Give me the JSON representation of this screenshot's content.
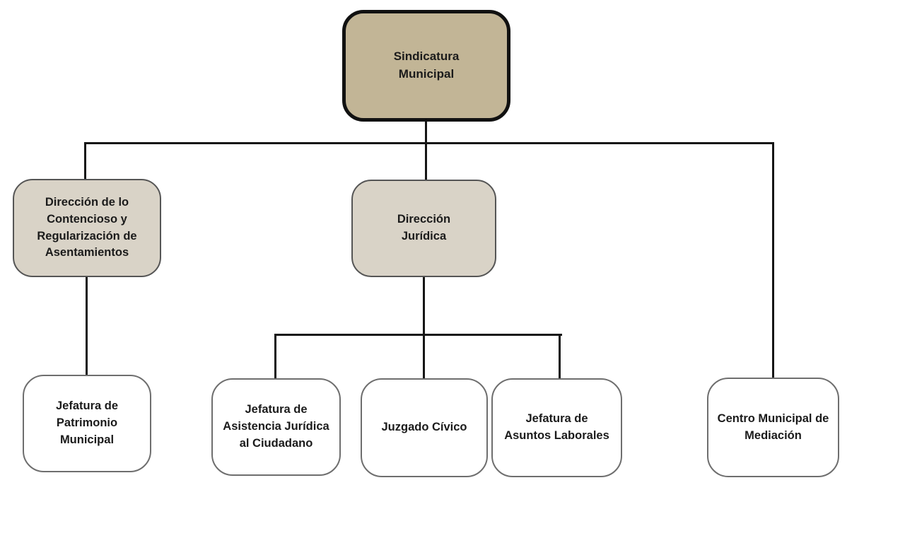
{
  "org_chart": {
    "nodes": {
      "root": {
        "label": "Sindicatura\nMunicipal"
      },
      "contencioso": {
        "label": "Dirección de lo\nContencioso y\nRegularización de\nAsentamientos"
      },
      "juridica": {
        "label": "Dirección\nJurídica"
      },
      "patrimonio": {
        "label": "Jefatura de\nPatrimonio\nMunicipal"
      },
      "asistencia": {
        "label": "Jefatura de\nAsistencia Jurídica\nal Ciudadano"
      },
      "juzgado": {
        "label": "Juzgado Cívico"
      },
      "laborales": {
        "label": "Jefatura de\nAsuntos Laborales"
      },
      "mediacion": {
        "label": "Centro Municipal de\nMediación"
      }
    },
    "hierarchy": {
      "root": [
        "contencioso",
        "juridica",
        "mediacion"
      ],
      "contencioso": [
        "patrimonio"
      ],
      "juridica": [
        "asistencia",
        "juzgado",
        "laborales"
      ]
    },
    "colors": {
      "root_fill": "#c2b596",
      "root_border": "#111111",
      "level2_fill": "#d9d3c7",
      "level2_border": "#555555",
      "leaf_fill": "#ffffff",
      "leaf_border": "#6e6e6e",
      "connector": "#161616",
      "text": "#1b1b1b",
      "background": "#ffffff"
    }
  }
}
